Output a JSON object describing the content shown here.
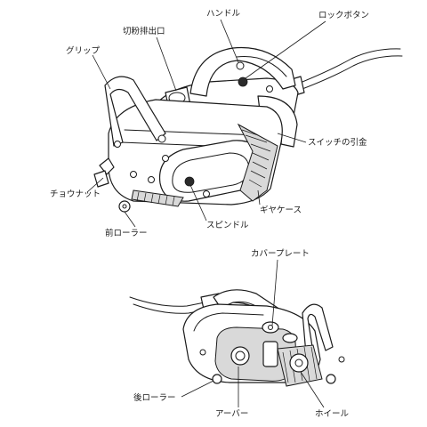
{
  "top_view": {
    "labels": {
      "handle": "ハンドル",
      "lock_button": "ロックボタン",
      "dust_outlet": "切粉排出口",
      "grip": "グリップ",
      "switch_lever": "スイッチの引金",
      "wing_nut": "チョウナット",
      "gear_case": "ギヤケース",
      "front_roller": "前ローラー",
      "spindle": "スピンドル"
    }
  },
  "bottom_view": {
    "labels": {
      "cover_plate": "カバープレート",
      "rear_roller": "後ローラー",
      "arbor": "アーバー",
      "wheel": "ホイール"
    }
  }
}
